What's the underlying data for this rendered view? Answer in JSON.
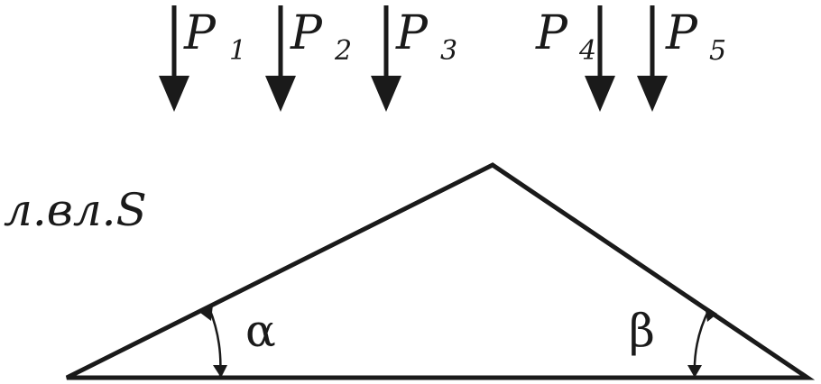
{
  "loads": [
    {
      "letter": "P",
      "index": "1"
    },
    {
      "letter": "P",
      "index": "2"
    },
    {
      "letter": "P",
      "index": "3"
    },
    {
      "letter": "P",
      "index": "4"
    },
    {
      "letter": "P",
      "index": "5"
    }
  ],
  "influence_line_label": "л.вл.S",
  "angles": {
    "left": "α",
    "right": "β"
  }
}
